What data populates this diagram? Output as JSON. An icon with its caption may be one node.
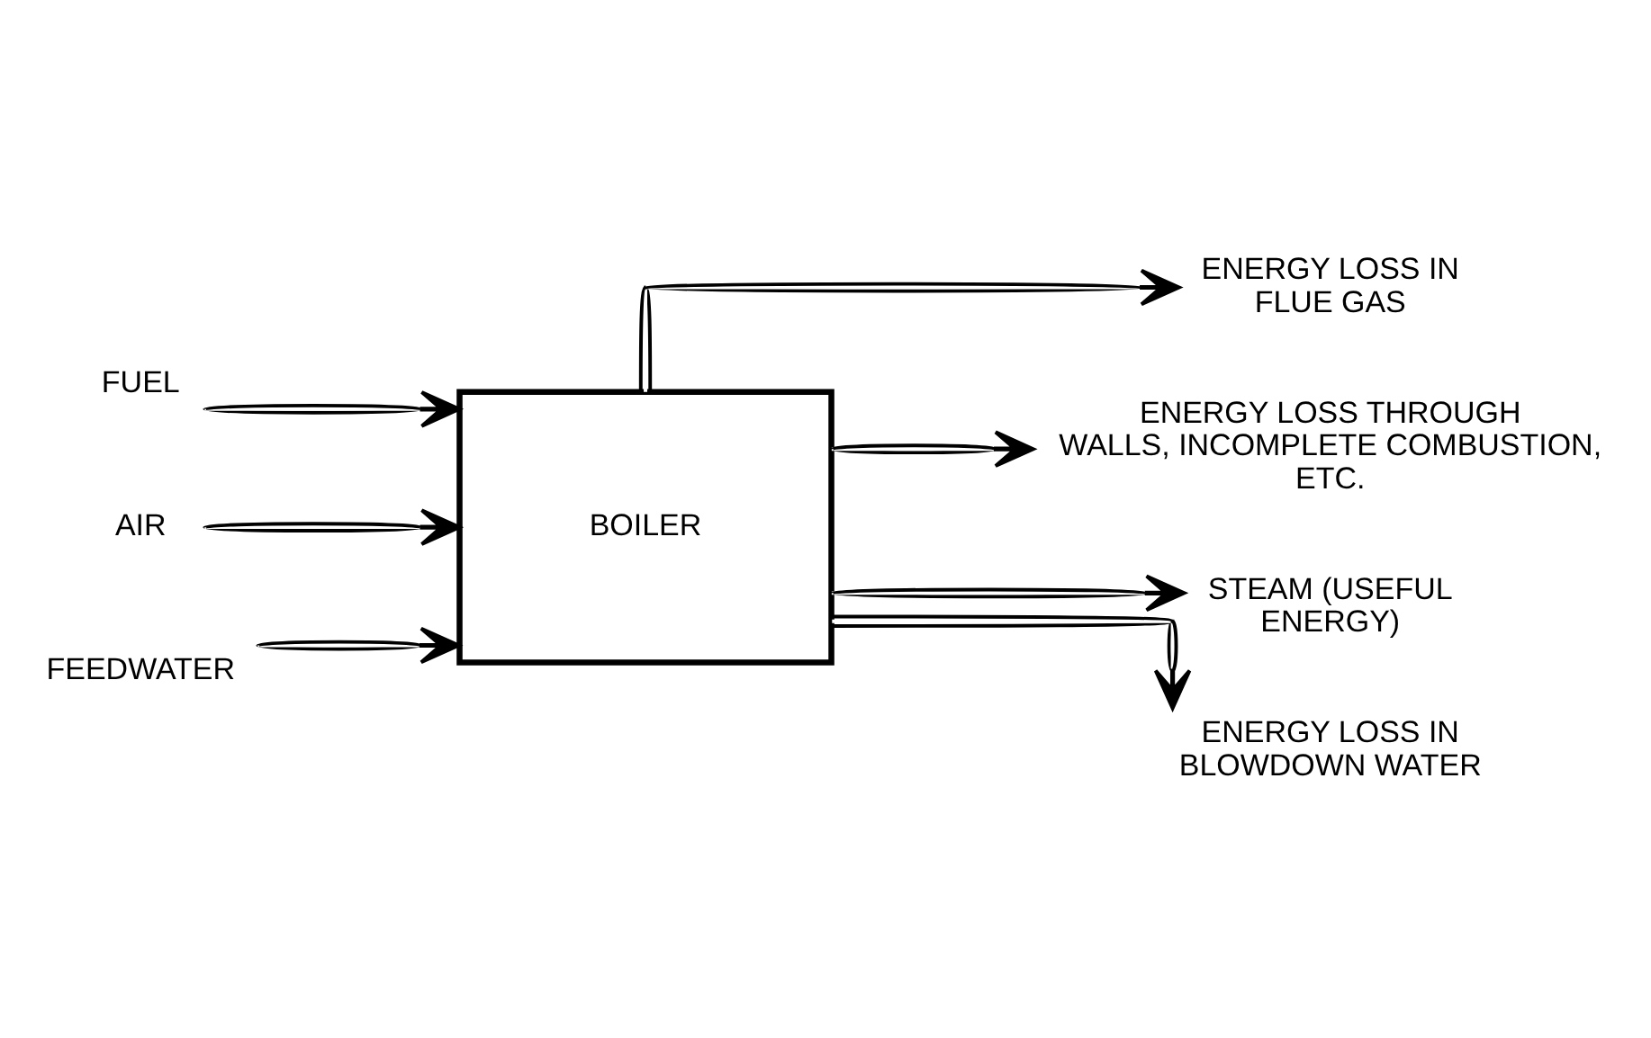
{
  "diagram": {
    "nodes": [
      {
        "text": [
          "BOILER"
        ]
      },
      {
        "text": [
          "FUEL"
        ]
      },
      {
        "text": [
          "AIR"
        ]
      },
      {
        "text": [
          "FEEDWATER"
        ]
      },
      {
        "text": [
          "ENERGY LOSS IN FLUE GAS"
        ]
      },
      {
        "text": [
          "ENERGY LOSS THROUGH WALLS, INCOMPLETE COMBUSTION, ETC."
        ]
      },
      {
        "text": [
          "STEAM (USEFUL ENERGY)"
        ]
      },
      {
        "text": [
          "ENERGY LOSS IN BLOWDOWN WATER"
        ]
      }
    ],
    "edges": [
      {
        "from": 1,
        "to": 0,
        "arrow": "to"
      },
      {
        "from": 2,
        "to": 0,
        "arrow": "to"
      },
      {
        "from": 3,
        "to": 0,
        "arrow": "to"
      },
      {
        "from": 0,
        "to": 4,
        "arrow": "to"
      },
      {
        "from": 0,
        "to": 5,
        "arrow": "to"
      },
      {
        "from": 0,
        "to": 6,
        "arrow": "to"
      },
      {
        "from": 0,
        "to": 7,
        "arrow": "to"
      }
    ]
  }
}
